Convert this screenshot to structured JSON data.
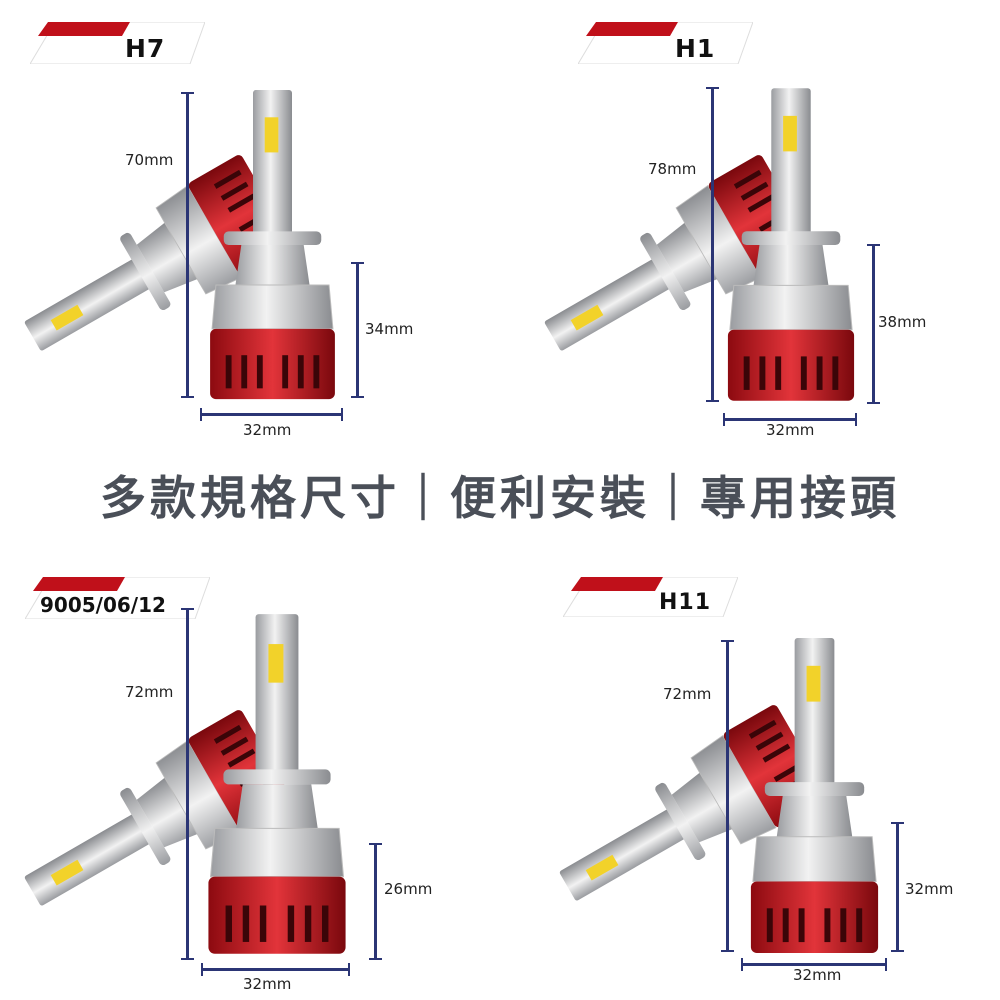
{
  "slogan": "多款規格尺寸｜便利安裝｜專用接頭",
  "products": [
    {
      "model": "H7",
      "height": "70mm",
      "base_height": "34mm",
      "width": "32mm"
    },
    {
      "model": "H1",
      "height": "78mm",
      "base_height": "38mm",
      "width": "32mm"
    },
    {
      "model": "9005/06/12",
      "height": "72mm",
      "base_height": "26mm",
      "width": "32mm"
    },
    {
      "model": "H11",
      "height": "72mm",
      "base_height": "32mm",
      "width": "32mm"
    }
  ],
  "colors": {
    "accent_red": "#c0101a",
    "dimension_line": "#2b3575",
    "text_gray": "#4a4f58"
  }
}
